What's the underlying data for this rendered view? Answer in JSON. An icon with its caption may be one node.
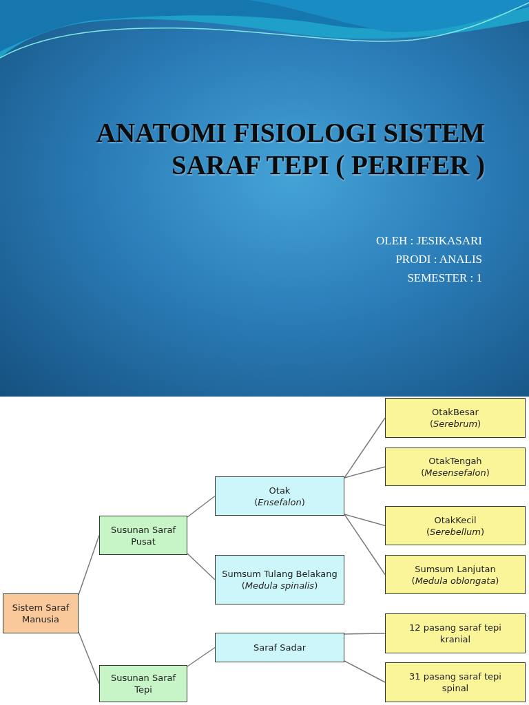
{
  "diagram": {
    "title": "ANATOMI FISIOLOGI SISTEM SARAF TEPI ( PERIFER )",
    "nodes": [
      {
        "text": [
          "Sistem Saraf Manusia"
        ]
      },
      {
        "text": [
          "Susunan Saraf Pusat"
        ]
      },
      {
        "text": [
          "Susunan Saraf Tepi"
        ]
      },
      {
        "text": [
          "Otak",
          "(*Ensefalon*)"
        ]
      },
      {
        "text": [
          "Sumsum Tulang Belakang",
          "(*Medula spinalis*)"
        ]
      },
      {
        "text": [
          "Saraf Sadar"
        ]
      },
      {
        "text": [
          "OtakBesar",
          "(*Serebrum*)"
        ]
      },
      {
        "text": [
          "OtakTengah",
          "(*Mesensefalon*)"
        ]
      },
      {
        "text": [
          "OtakKecil",
          "(*Serebellum*)"
        ]
      },
      {
        "text": [
          "Sumsum Lanjutan",
          "(*Medula oblongata*)"
        ]
      },
      {
        "text": [
          "12 pasang saraf tepi kranial"
        ]
      },
      {
        "text": [
          "31 pasang saraf tepi spinal"
        ]
      }
    ],
    "edges": [
      {
        "from": 0,
        "to": 1,
        "arrow": "none"
      },
      {
        "from": 0,
        "to": 2,
        "arrow": "none"
      },
      {
        "from": 1,
        "to": 3,
        "arrow": "none"
      },
      {
        "from": 1,
        "to": 4,
        "arrow": "none"
      },
      {
        "from": 3,
        "to": 6,
        "arrow": "none"
      },
      {
        "from": 3,
        "to": 7,
        "arrow": "none"
      },
      {
        "from": 3,
        "to": 8,
        "arrow": "none"
      },
      {
        "from": 3,
        "to": 9,
        "arrow": "none"
      },
      {
        "from": 2,
        "to": 5,
        "arrow": "none"
      },
      {
        "from": 5,
        "to": 10,
        "arrow": "none"
      },
      {
        "from": 5,
        "to": 11,
        "arrow": "none"
      }
    ],
    "labels": [
      "OLEH : JESIKASARI",
      "PRODI : ANALIS",
      "SEMESTER : 1"
    ]
  }
}
